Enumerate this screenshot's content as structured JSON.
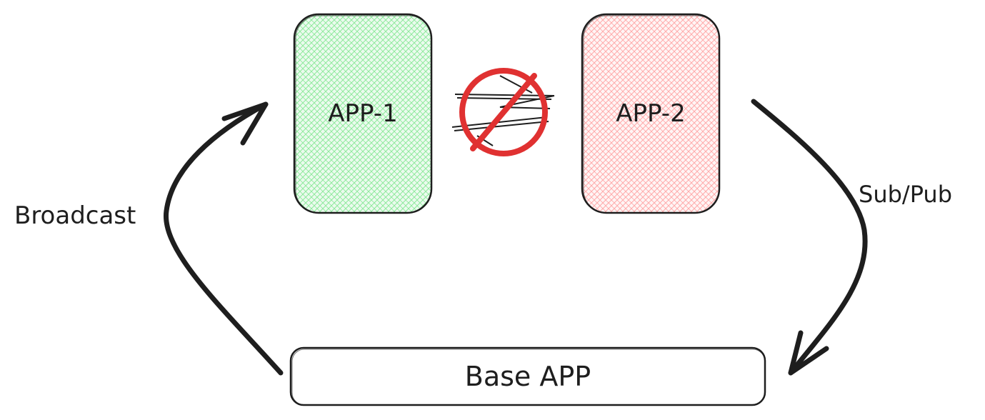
{
  "nodes": {
    "app1": {
      "label": "APP-1",
      "fill": "#b2f2bb",
      "stroke": "#1e1e1e"
    },
    "app2": {
      "label": "APP-2",
      "fill": "#ffc9c9",
      "stroke": "#1e1e1e"
    },
    "base": {
      "label": "Base APP",
      "fill": "#ffffff",
      "stroke": "#1e1e1e"
    }
  },
  "edges": {
    "broadcast": {
      "label": "Broadcast",
      "from": "base",
      "to": "app1"
    },
    "subpub": {
      "label": "Sub/Pub",
      "from": "app2",
      "to": "base"
    }
  },
  "blocked": {
    "icon": "prohibited-icon",
    "color": "#e03131",
    "between": [
      "app1",
      "app2"
    ]
  },
  "colors": {
    "stroke": "#1e1e1e",
    "accent": "#e03131"
  }
}
